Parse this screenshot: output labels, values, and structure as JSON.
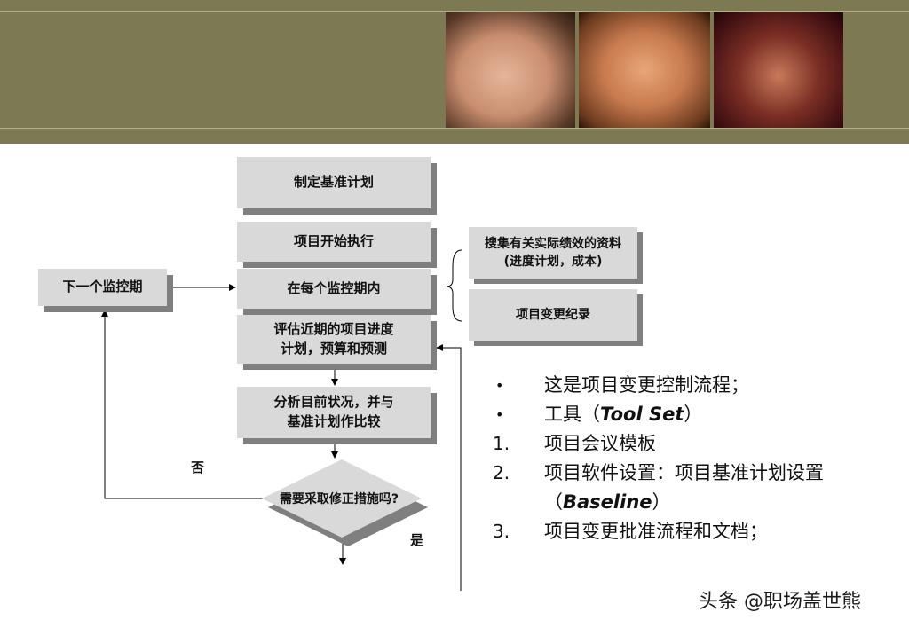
{
  "flowchart": {
    "baseline_plan": "制定基准计划",
    "project_start": "项目开始执行",
    "each_period": "在每个监控期内",
    "evaluate_line1": "评估近期的项目进度",
    "evaluate_line2": "计划，预算和预测",
    "analyze_line1": "分析目前状况，并与",
    "analyze_line2": "基准计划作比较",
    "decision": "需要采取修正措施吗?",
    "no_label": "否",
    "yes_label": "是",
    "next_period": "下一个监控期",
    "collect_line1": "搜集有关实际绩效的资料",
    "collect_line2": "(进度计划，成本)",
    "change_log": "项目变更纪录"
  },
  "notes": [
    {
      "marker": "•",
      "text": "这是项目变更控制流程；"
    },
    {
      "marker": "•",
      "prefix": "工具（",
      "emphasis": "Tool Set",
      "suffix": "）"
    },
    {
      "marker": "1.",
      "text": "项目会议模板"
    },
    {
      "marker": "2.",
      "text": "项目软件设置：项目基准计划设置",
      "sub_prefix": "（",
      "sub_emphasis": "Baseline",
      "sub_suffix": "）"
    },
    {
      "marker": "3.",
      "text": "项目变更批准流程和文档；"
    }
  ],
  "watermark": "头条 @职场盖世熊",
  "colors": {
    "header_band": "#7d7a53",
    "box_fill": "#d9d9d9",
    "box_shadow": "#7f7f7f"
  }
}
